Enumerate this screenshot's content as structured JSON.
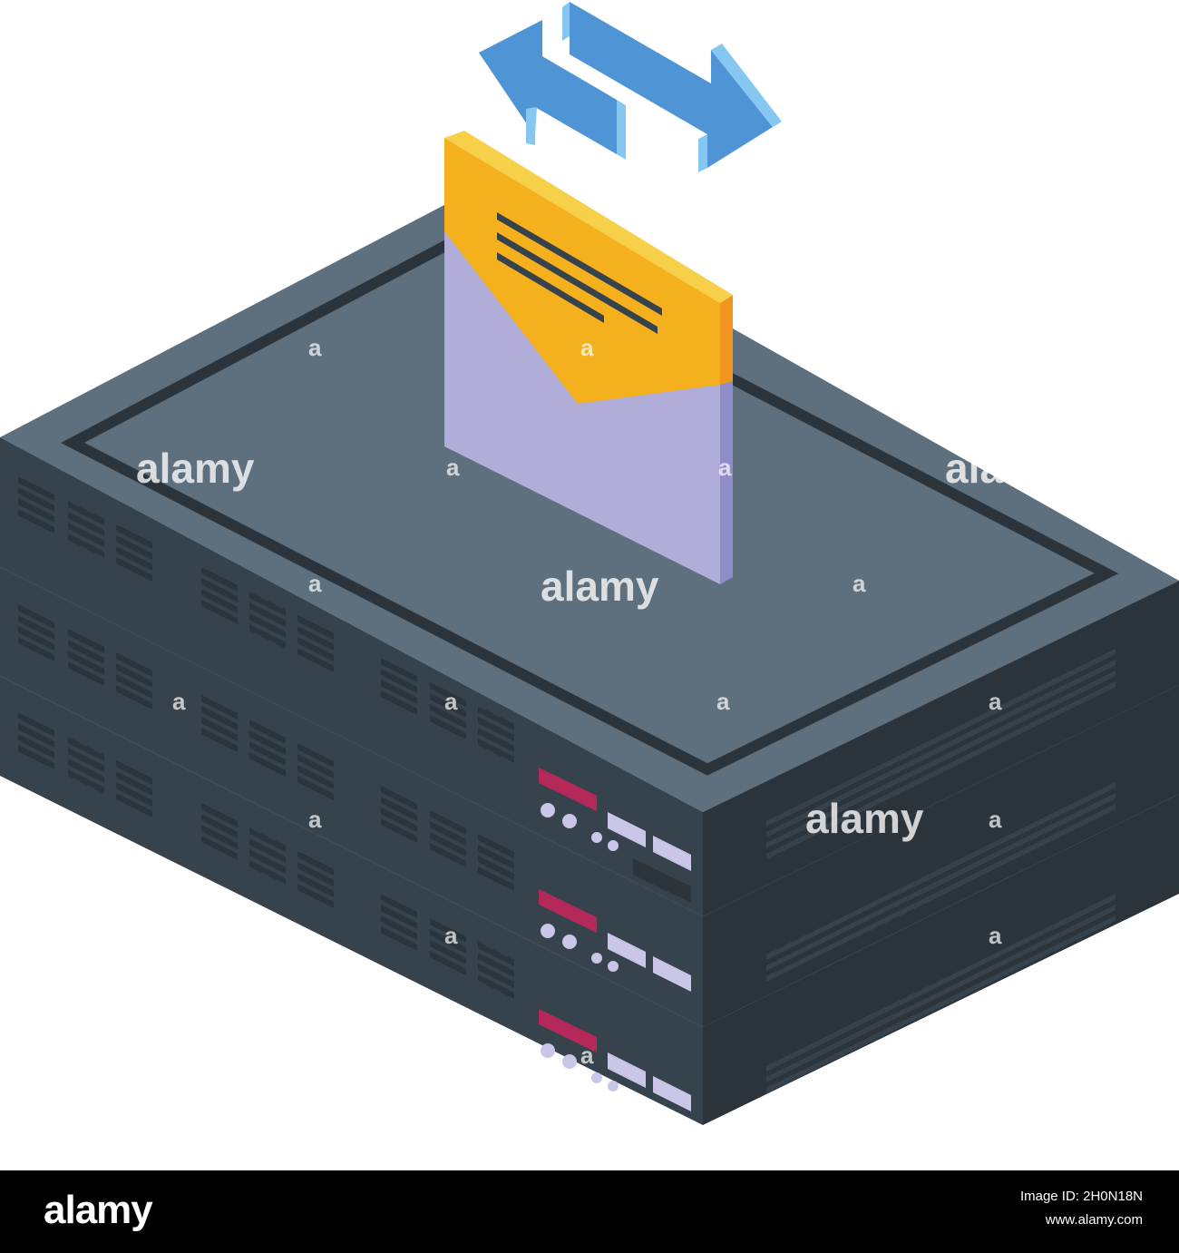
{
  "colors": {
    "server_top": "#5e707d",
    "server_front": "#37434c",
    "server_side": "#2b343b",
    "vent": "#2b343b",
    "rim": "#2b343b",
    "led_red": "#b5285a",
    "button": "#c9c6e8",
    "display": "#c9c6e8",
    "envelope_body": "#b0aed8",
    "envelope_edge": "#8f8cc8",
    "letter": "#f5b01e",
    "letter_edge": "#f0951d",
    "arrow_face": "#4f95d6",
    "arrow_light": "#86c7f2",
    "footer_bg": "#000000"
  },
  "icons": [
    "server-rack-icon",
    "email-envelope-icon",
    "exchange-arrows-icon"
  ],
  "watermark": {
    "text": "alamy",
    "mark": "a"
  },
  "footer": {
    "logo": "alamy",
    "image_id_line": "Image ID: 2H0N18N",
    "site_line": "www.alamy.com"
  }
}
